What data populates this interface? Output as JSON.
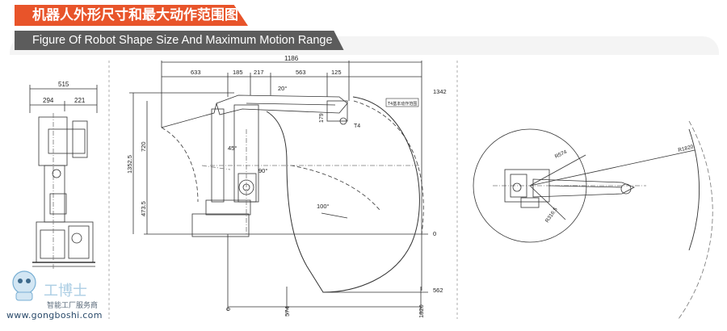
{
  "header": {
    "title_cn": "机器人外形尺寸和最大动作范围图",
    "title_en": "Figure Of Robot Shape Size And Maximum Motion Range"
  },
  "side_view": {
    "dim_total": "515",
    "dim_left": "294",
    "dim_right": "221"
  },
  "front_view": {
    "dim_overall": "1186",
    "dim_633": "633",
    "dim_185": "185",
    "dim_217": "217",
    "dim_563": "563",
    "dim_125": "125",
    "dim_1342": "1342",
    "dim_179": "179",
    "dim_720": "720",
    "dim_1352": "1352.5",
    "dim_473": "473.5",
    "dim_0_right": "0",
    "dim_562": "562",
    "dim_0_bottom": "0",
    "dim_574": "574",
    "dim_1820": "1820",
    "angle_20": "20°",
    "angle_45": "45°",
    "angle_90": "90°",
    "angle_100": "100°",
    "label_t4": "T4",
    "label_t4_range": "T4基本动作范围"
  },
  "top_view": {
    "dim_r574": "R574",
    "dim_r1820": "R1820",
    "dim_r316": "R316.5"
  },
  "watermark": {
    "logo_text": "工博士",
    "tagline": "智能工厂服务商",
    "url": "www.gongboshi.com"
  }
}
